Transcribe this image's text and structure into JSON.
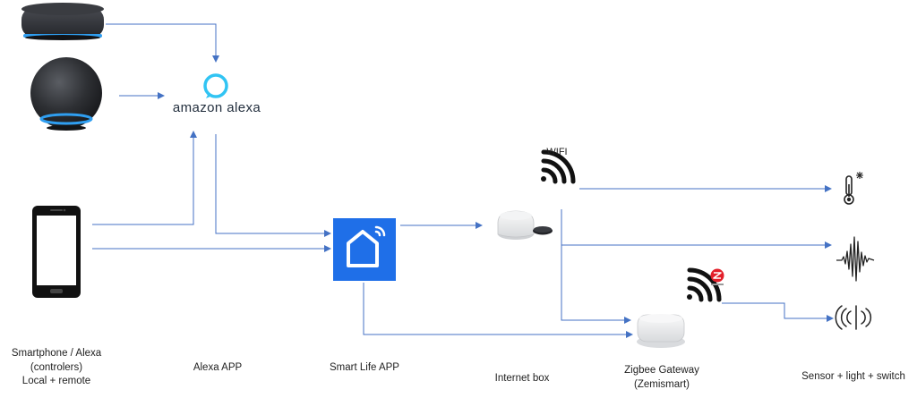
{
  "alexa_logo_text": "amazon alexa",
  "wifi_label": "WIFI",
  "colors": {
    "arrow": "#4472c4",
    "alexa_ring": "#31c4f3",
    "smart_life_bg": "#1f6fe8",
    "echo_body": "#2b2d31",
    "echo_light": "#2f9ef0",
    "zigbee_red": "#e3202b"
  },
  "icons": [
    "echo-dot-speaker-icon",
    "echo-dot-sphere-icon",
    "amazon-alexa-logo",
    "smartphone-icon",
    "smart-life-app-icon",
    "internet-box-icon",
    "wifi-signal-icon",
    "zigbee-gateway-icon",
    "zigbee-signal-icon",
    "zigbee-logo",
    "thermometer-icon",
    "vibration-wave-icon",
    "switch-signal-icon"
  ],
  "labels": {
    "smartphone": [
      "Smartphone / Alexa",
      "(controlers)",
      "Local + remote"
    ],
    "alexa_app": "Alexa APP",
    "smart_life_app": "Smart Life APP",
    "internet_box": "Internet box",
    "zigbee_gateway": [
      "Zigbee Gateway",
      "(Zemismart)"
    ],
    "sensors": "Sensor + light + switch"
  }
}
